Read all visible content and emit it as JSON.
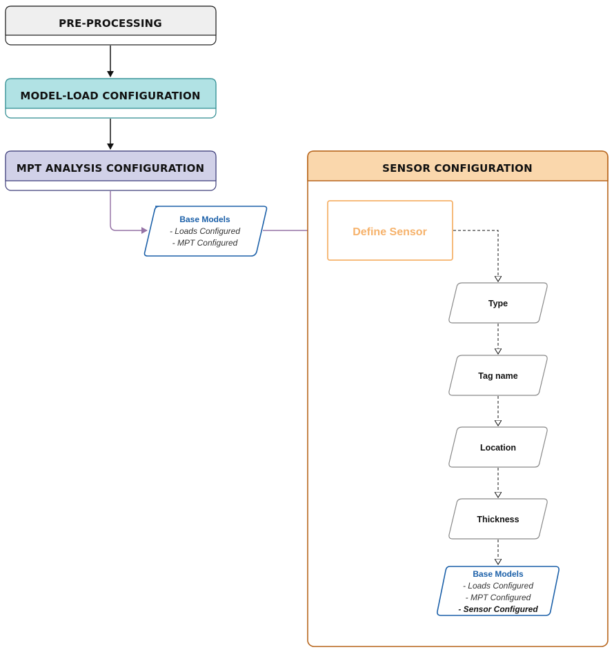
{
  "stages": {
    "pre_processing": {
      "title": "PRE-PROCESSING",
      "fill": "#efefef",
      "border": "#222222"
    },
    "model_load": {
      "title": "MODEL-LOAD CONFIGURATION",
      "fill": "#b1e2e4",
      "border": "#2b8a8f"
    },
    "mpt_analysis": {
      "title": "MPT ANALYSIS CONFIGURATION",
      "fill": "#d1d1e8",
      "border": "#3d3d7a"
    }
  },
  "base_models_input": {
    "title": "Base Models",
    "lines": [
      "- Loads Configured",
      "- MPT Configured"
    ]
  },
  "sensor_configuration": {
    "title": "SENSOR CONFIGURATION",
    "header_fill": "#fad7ac",
    "border": "#b7651c",
    "define_sensor": {
      "label": "Define Sensor",
      "color": "#f6b26b"
    },
    "steps": [
      "Type",
      "Tag name",
      "Location",
      "Thickness"
    ],
    "output": {
      "title": "Base Models",
      "lines": [
        "- Loads Configured",
        "- MPT Configured"
      ],
      "highlight_line": "- Sensor Configured"
    }
  },
  "colors": {
    "arrow_dark": "#111111",
    "arrow_purple": "#9673a6",
    "io_border": "#1a5fa8",
    "step_border": "#888888"
  }
}
